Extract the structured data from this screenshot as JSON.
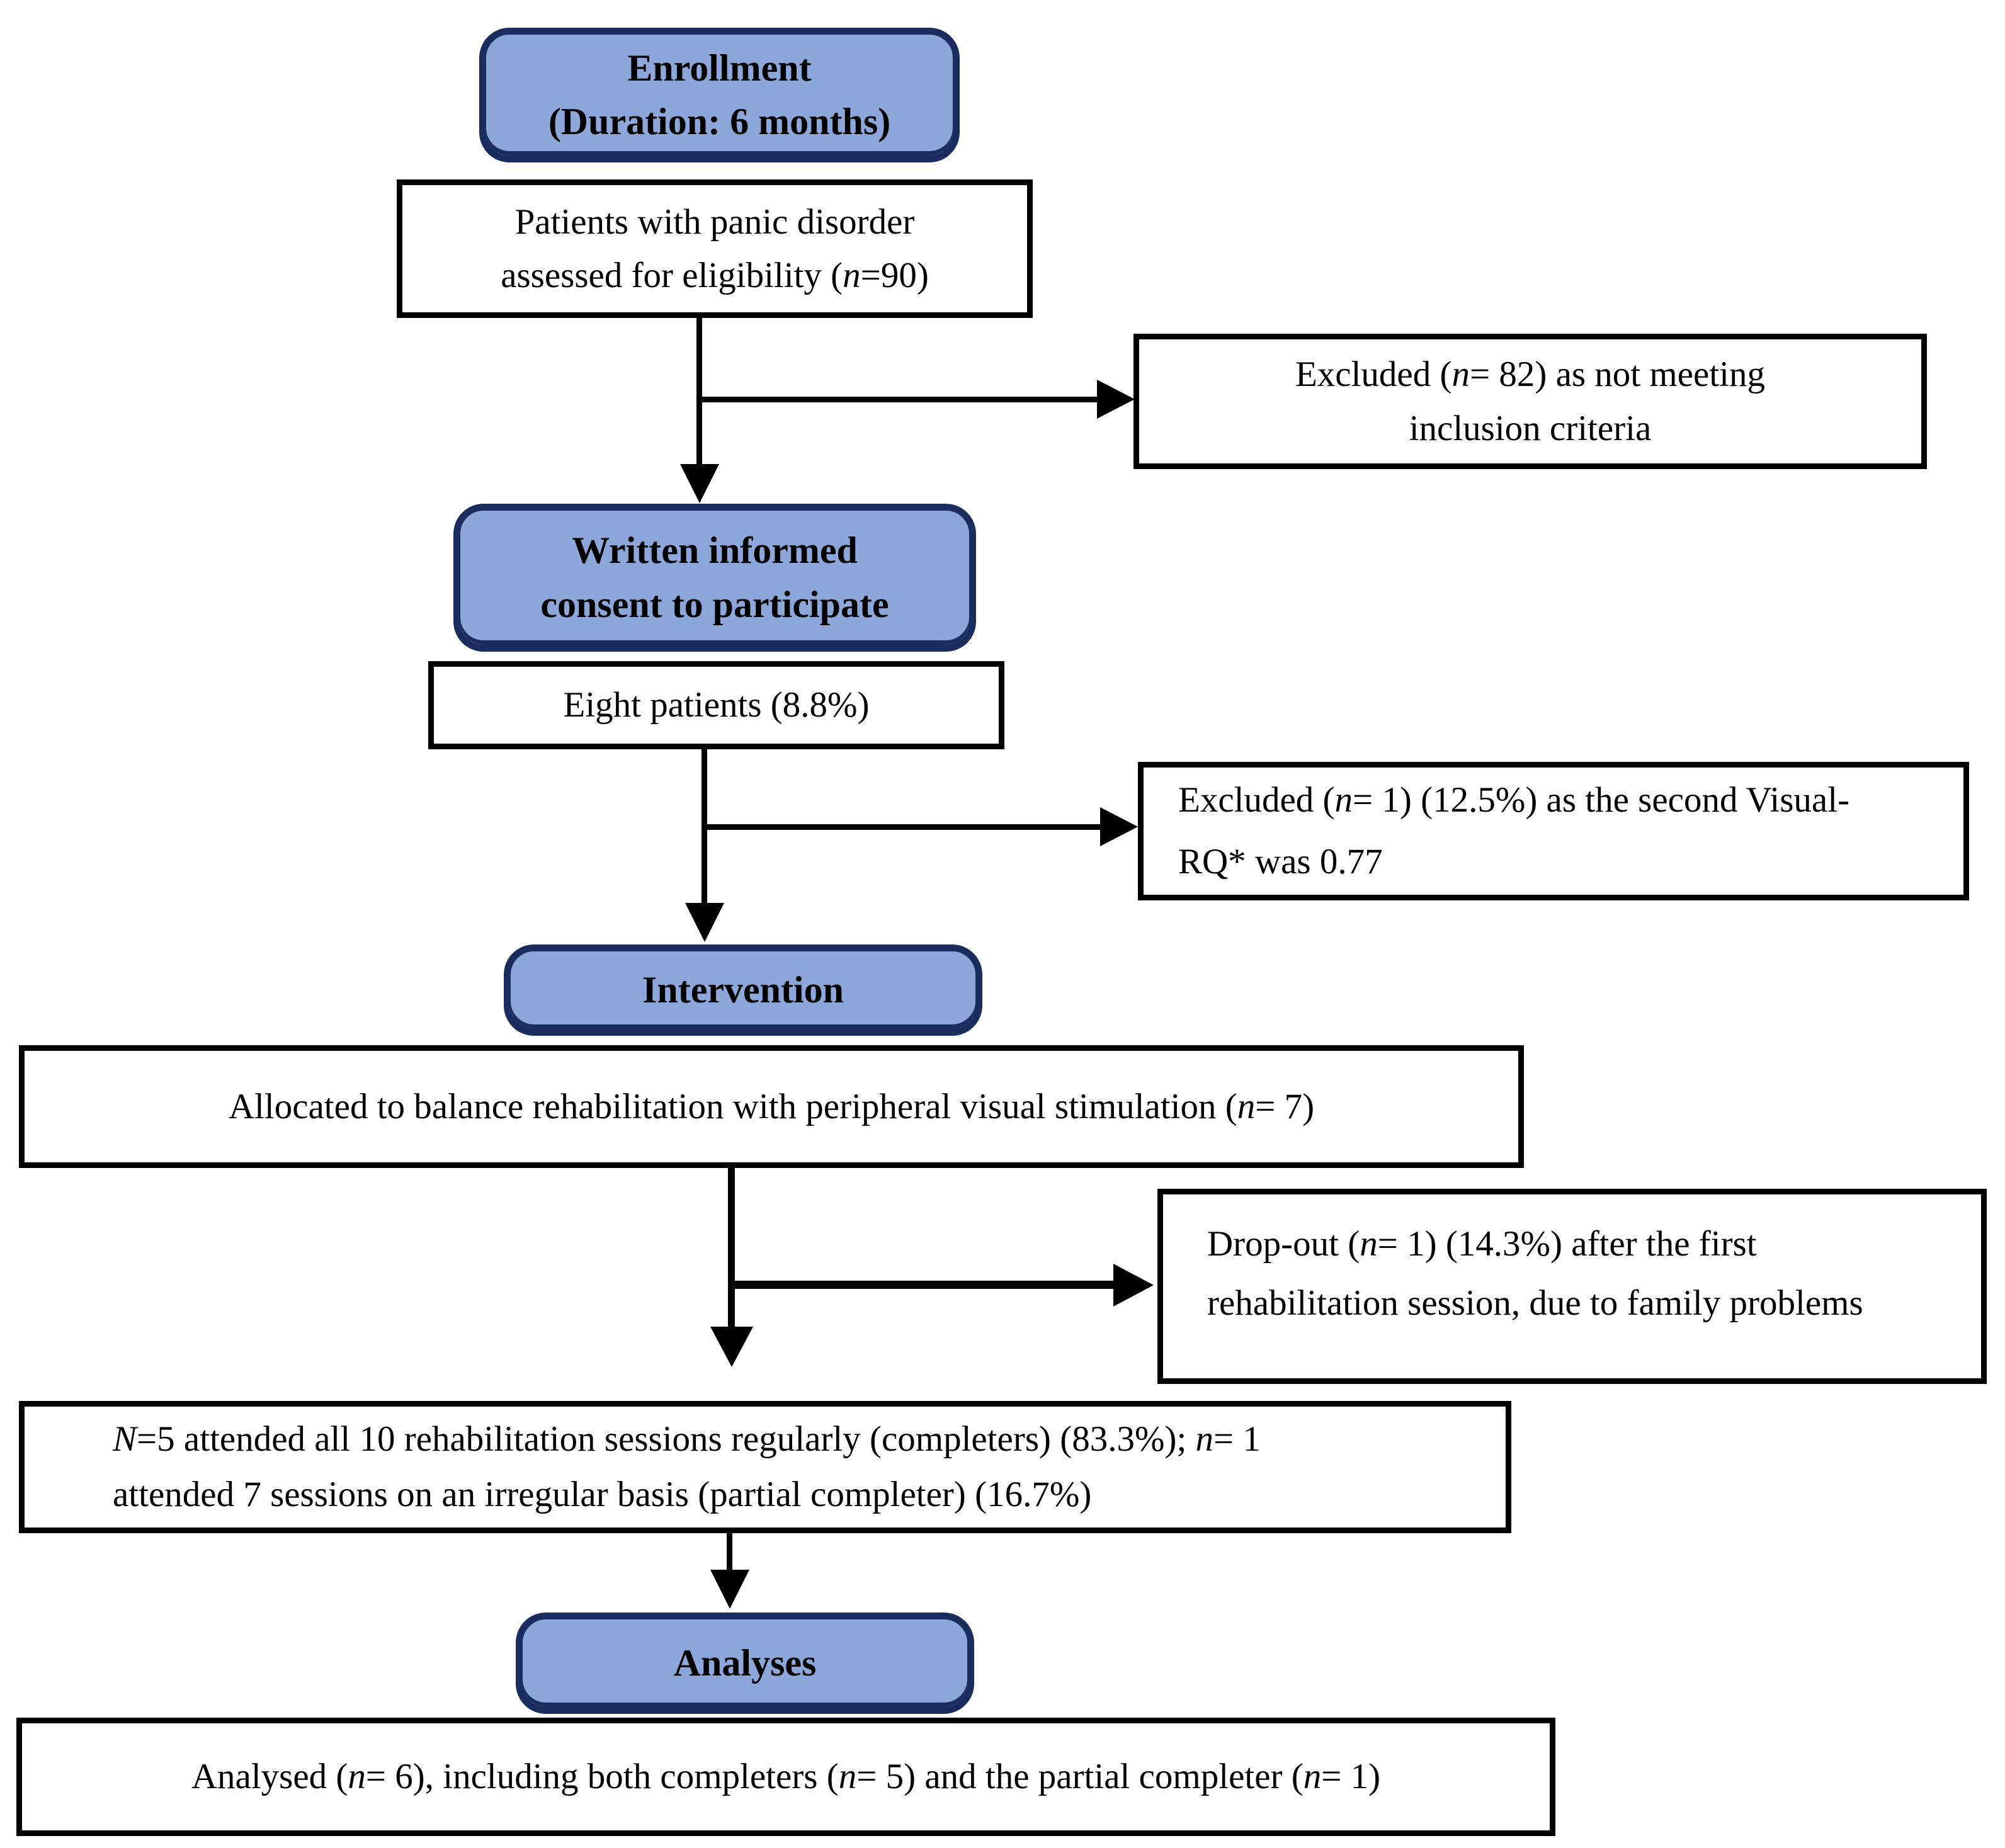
{
  "figure": {
    "type": "consort-flow-diagram",
    "colors": {
      "stage_fill": "#8EA7DB",
      "stage_border": "#1B2D5E",
      "box_border": "#000000",
      "text": "#000000",
      "background": "#FFFFFF"
    },
    "nodes": {
      "enrollment": {
        "lines": [
          "Enrollment",
          "(Duration: 6 months)"
        ]
      },
      "eligibility": {
        "lines": [
          "Patients with panic disorder",
          "assessed for eligibility (n=90)"
        ]
      },
      "excluded_inclusion": {
        "lines": [
          "Excluded (n= 82) as not meeting",
          "inclusion criteria"
        ]
      },
      "consent": {
        "lines": [
          "Written informed",
          "consent to participate"
        ]
      },
      "eight_patients": {
        "lines": [
          "Eight patients (8.8%)"
        ]
      },
      "excluded_visual_rq": {
        "lines": [
          "Excluded (n= 1) (12.5%) as the second Visual-",
          "RQ* was 0.77"
        ]
      },
      "intervention": {
        "lines": [
          "Intervention"
        ]
      },
      "allocated": {
        "lines": [
          "Allocated to balance rehabilitation with peripheral visual stimulation (n= 7)"
        ]
      },
      "dropout": {
        "lines": [
          "Drop-out (n= 1) (14.3%) after the first",
          "rehabilitation session, due to family problems"
        ]
      },
      "attendance": {
        "lines": [
          "N=5 attended all 10 rehabilitation sessions regularly (completers) (83.3%); n= 1",
          "attended 7 sessions on an irregular basis (partial completer) (16.7%)"
        ]
      },
      "analyses": {
        "lines": [
          "Analyses"
        ]
      },
      "analysed": {
        "lines": [
          "Analysed (n= 6), including both completers (n= 5) and the partial completer (n= 1)"
        ]
      }
    }
  }
}
